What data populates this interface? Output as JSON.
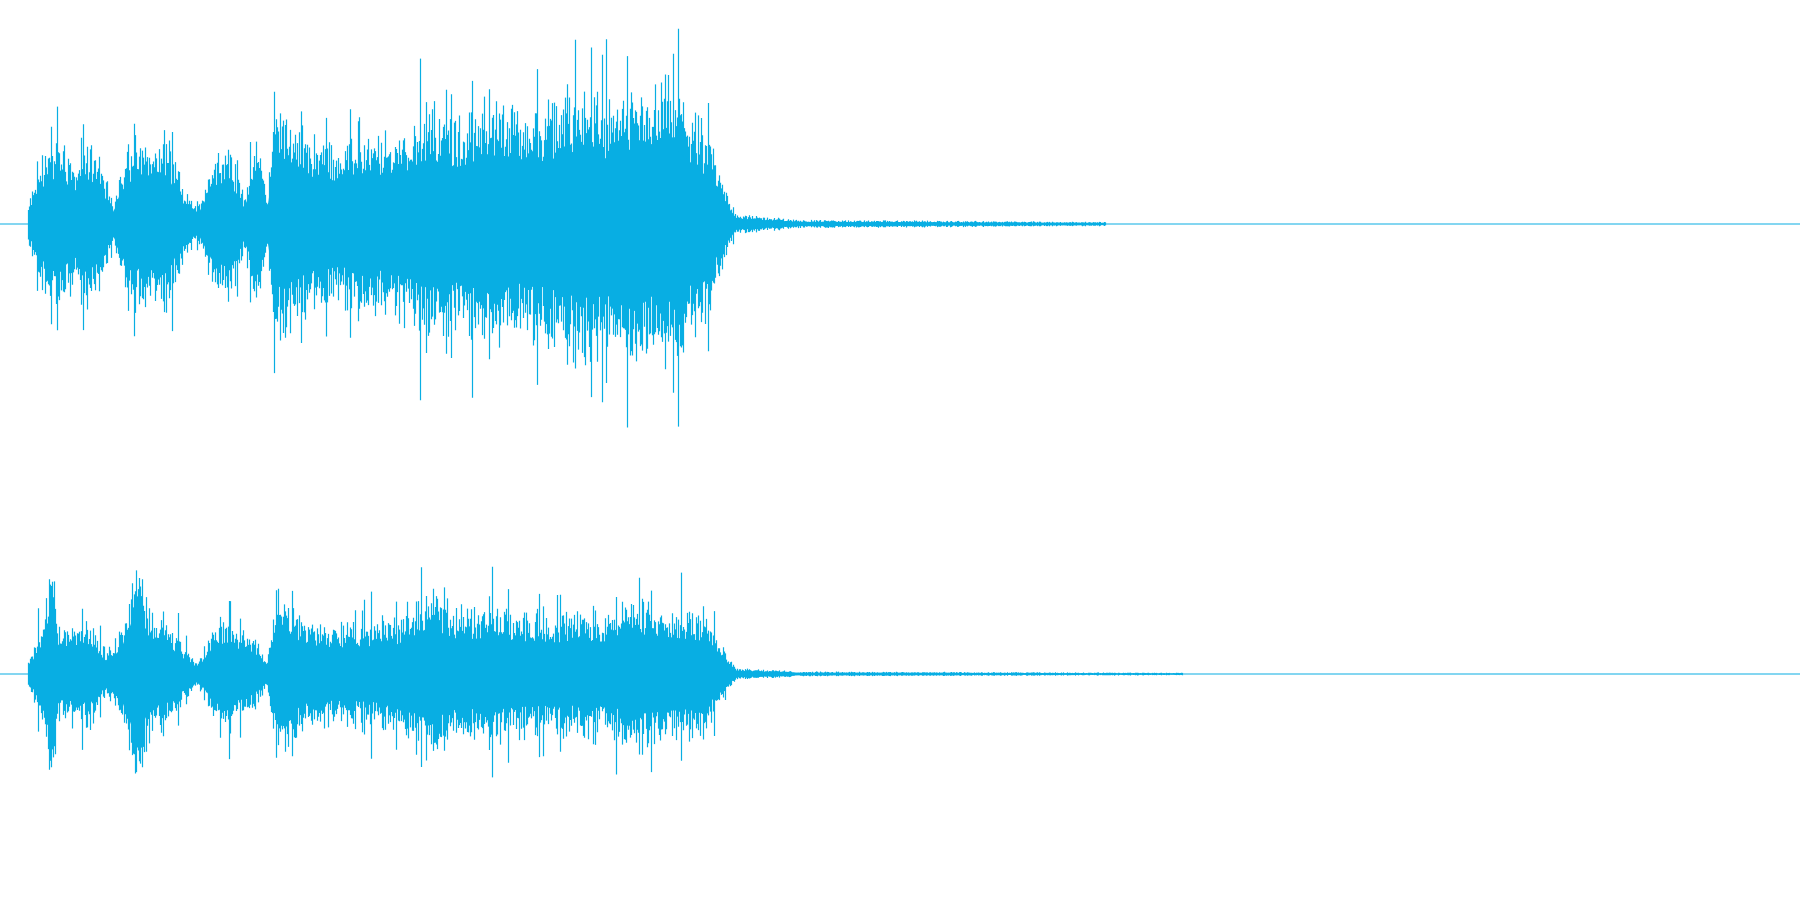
{
  "waveform": {
    "color": "#08aee3",
    "background": "#ffffff",
    "channels": [
      {
        "name": "",
        "activity_end_fraction": 0.45,
        "tail_end_fraction": 0.7,
        "envelope": [
          [
            0.0,
            0.1
          ],
          [
            0.01,
            0.35
          ],
          [
            0.02,
            0.45
          ],
          [
            0.03,
            0.3
          ],
          [
            0.04,
            0.42
          ],
          [
            0.05,
            0.25
          ],
          [
            0.055,
            0.08
          ],
          [
            0.06,
            0.3
          ],
          [
            0.07,
            0.42
          ],
          [
            0.08,
            0.38
          ],
          [
            0.09,
            0.45
          ],
          [
            0.1,
            0.2
          ],
          [
            0.11,
            0.08
          ],
          [
            0.12,
            0.35
          ],
          [
            0.13,
            0.4
          ],
          [
            0.14,
            0.15
          ],
          [
            0.15,
            0.45
          ],
          [
            0.155,
            0.1
          ],
          [
            0.16,
            0.6
          ],
          [
            0.17,
            0.55
          ],
          [
            0.18,
            0.45
          ],
          [
            0.2,
            0.4
          ],
          [
            0.22,
            0.42
          ],
          [
            0.24,
            0.45
          ],
          [
            0.26,
            0.6
          ],
          [
            0.28,
            0.52
          ],
          [
            0.3,
            0.65
          ],
          [
            0.32,
            0.55
          ],
          [
            0.34,
            0.6
          ],
          [
            0.36,
            0.7
          ],
          [
            0.38,
            0.58
          ],
          [
            0.4,
            0.65
          ],
          [
            0.42,
            0.7
          ],
          [
            0.44,
            0.45
          ],
          [
            0.45,
            0.25
          ],
          [
            0.46,
            0.05
          ],
          [
            0.5,
            0.02
          ],
          [
            0.7,
            0.01
          ]
        ]
      },
      {
        "name": "",
        "activity_end_fraction": 0.45,
        "tail_end_fraction": 0.75,
        "envelope": [
          [
            0.0,
            0.1
          ],
          [
            0.01,
            0.45
          ],
          [
            0.015,
            0.9
          ],
          [
            0.02,
            0.4
          ],
          [
            0.03,
            0.4
          ],
          [
            0.04,
            0.45
          ],
          [
            0.05,
            0.2
          ],
          [
            0.06,
            0.35
          ],
          [
            0.07,
            0.95
          ],
          [
            0.08,
            0.5
          ],
          [
            0.09,
            0.45
          ],
          [
            0.1,
            0.25
          ],
          [
            0.11,
            0.08
          ],
          [
            0.12,
            0.4
          ],
          [
            0.13,
            0.45
          ],
          [
            0.14,
            0.35
          ],
          [
            0.15,
            0.25
          ],
          [
            0.155,
            0.1
          ],
          [
            0.16,
            0.55
          ],
          [
            0.17,
            0.6
          ],
          [
            0.18,
            0.45
          ],
          [
            0.2,
            0.4
          ],
          [
            0.22,
            0.42
          ],
          [
            0.24,
            0.45
          ],
          [
            0.26,
            0.7
          ],
          [
            0.28,
            0.52
          ],
          [
            0.3,
            0.55
          ],
          [
            0.32,
            0.5
          ],
          [
            0.34,
            0.48
          ],
          [
            0.36,
            0.48
          ],
          [
            0.38,
            0.5
          ],
          [
            0.4,
            0.6
          ],
          [
            0.42,
            0.55
          ],
          [
            0.44,
            0.5
          ],
          [
            0.45,
            0.25
          ],
          [
            0.46,
            0.05
          ],
          [
            0.5,
            0.02
          ],
          [
            0.75,
            0.01
          ]
        ]
      }
    ]
  }
}
